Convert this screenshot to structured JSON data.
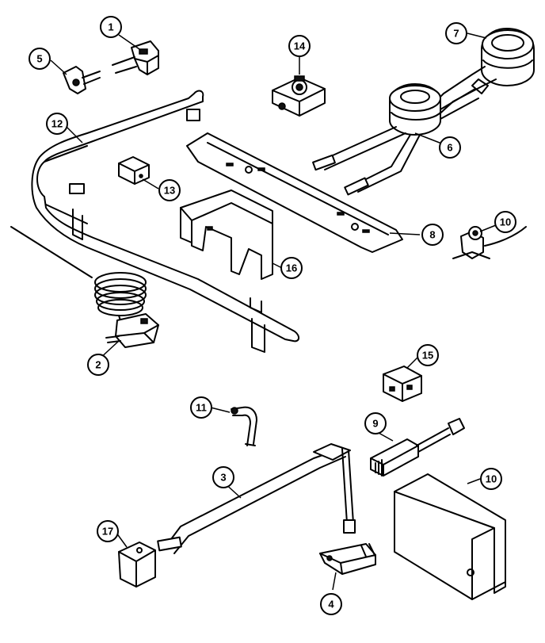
{
  "callouts": [
    {
      "id": "c1",
      "label": "1"
    },
    {
      "id": "c2",
      "label": "2"
    },
    {
      "id": "c3",
      "label": "3"
    },
    {
      "id": "c4",
      "label": "4"
    },
    {
      "id": "c5",
      "label": "5"
    },
    {
      "id": "c6",
      "label": "6"
    },
    {
      "id": "c7",
      "label": "7"
    },
    {
      "id": "c8",
      "label": "8"
    },
    {
      "id": "c9",
      "label": "9"
    },
    {
      "id": "c10a",
      "label": "10"
    },
    {
      "id": "c10b",
      "label": "10"
    },
    {
      "id": "c11",
      "label": "11"
    },
    {
      "id": "c12",
      "label": "12"
    },
    {
      "id": "c13",
      "label": "13"
    },
    {
      "id": "c14",
      "label": "14"
    },
    {
      "id": "c15",
      "label": "15"
    },
    {
      "id": "c16",
      "label": "16"
    },
    {
      "id": "c17",
      "label": "17"
    }
  ]
}
